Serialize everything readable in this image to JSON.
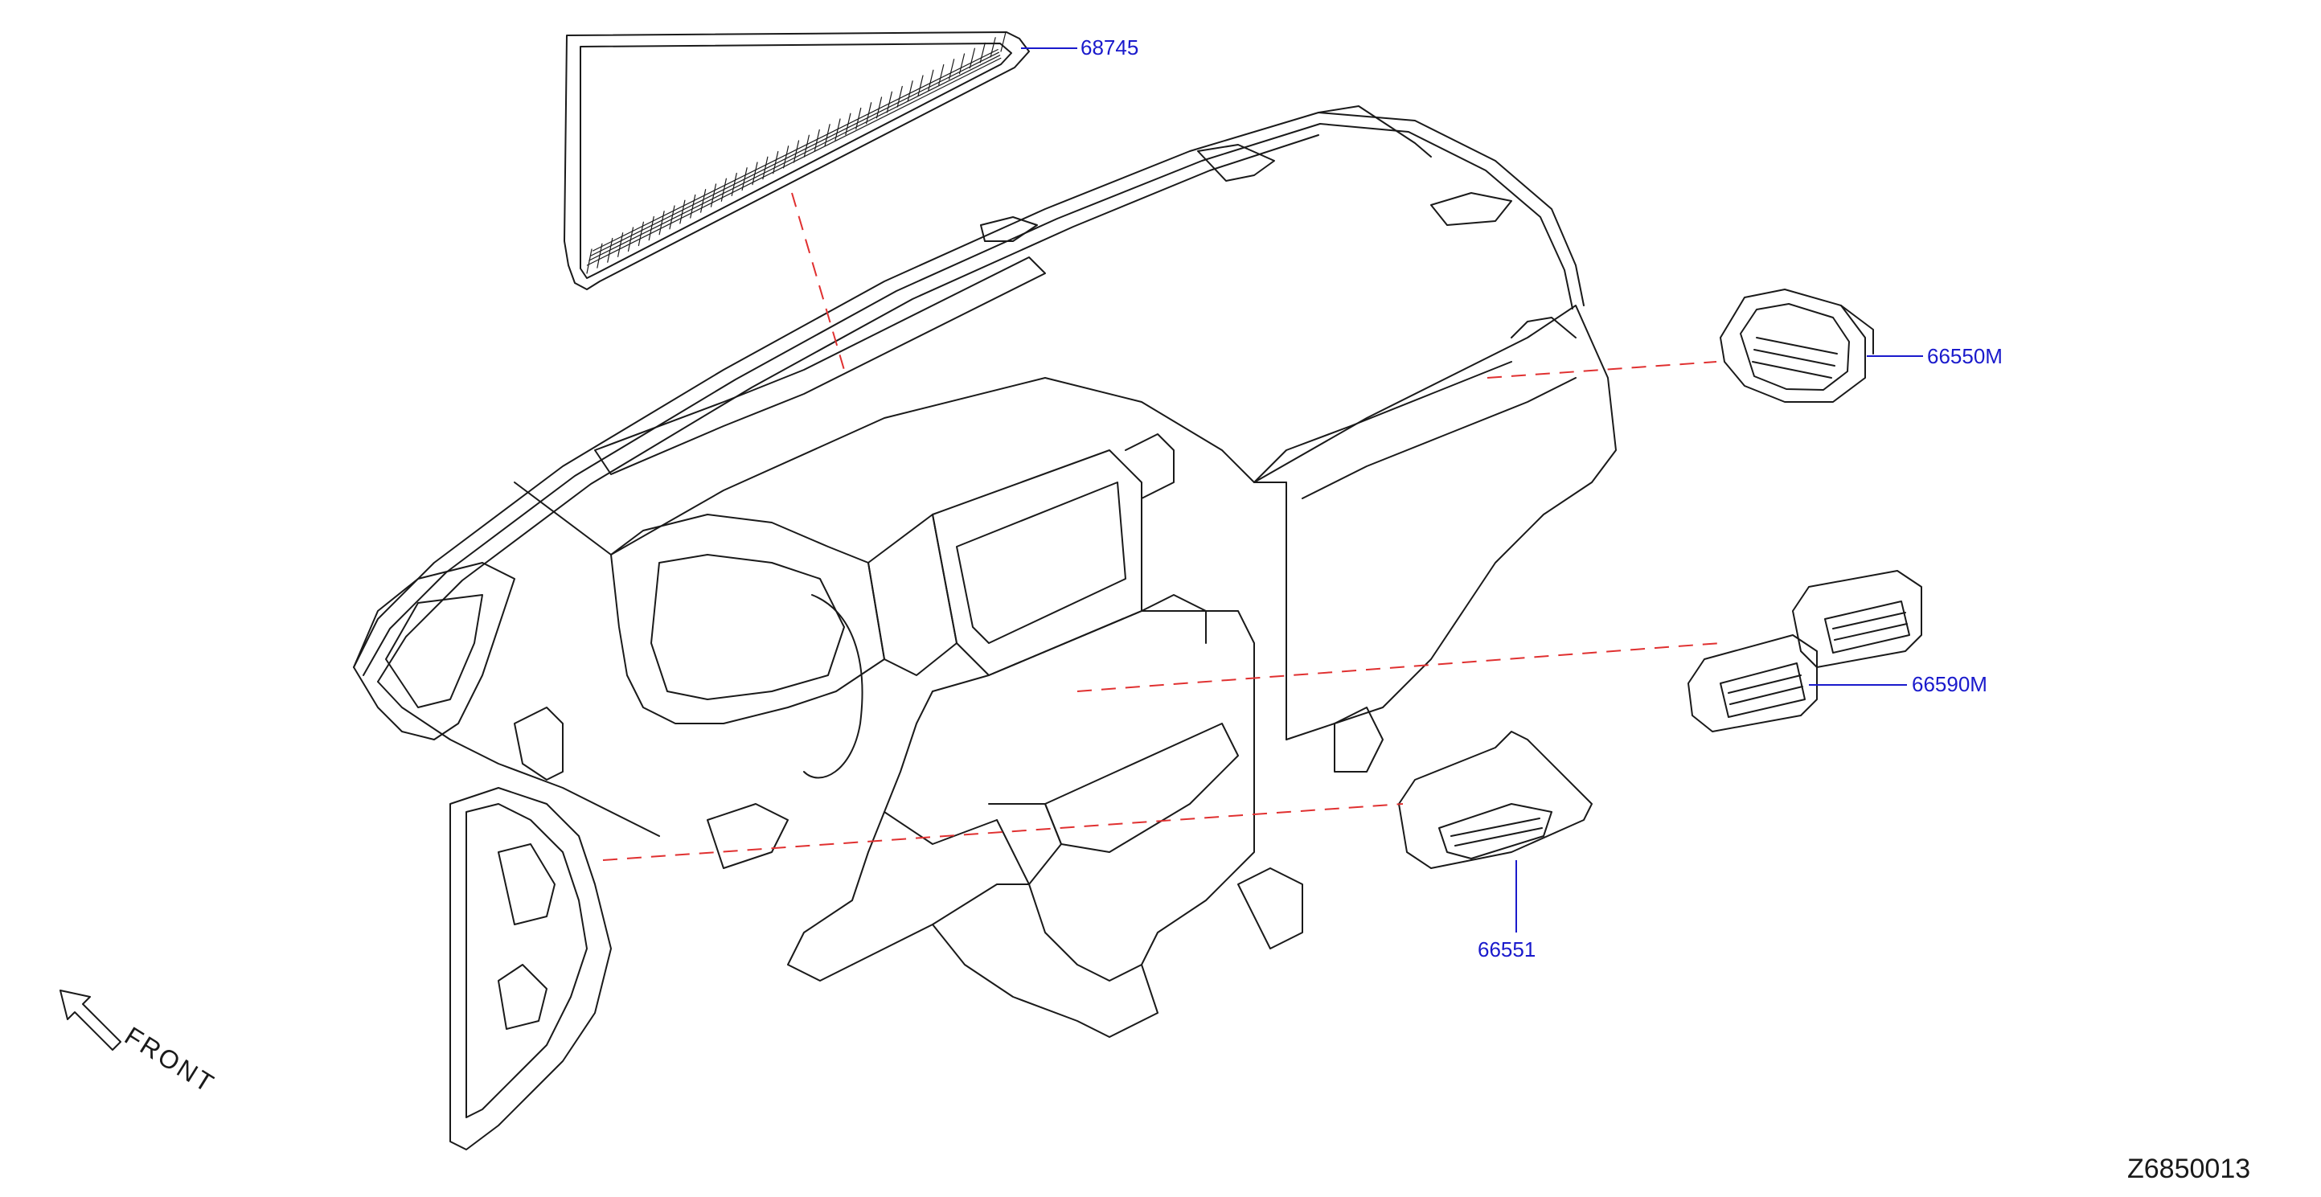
{
  "colors": {
    "line": "#1a1a1a",
    "callout_text": "#1a1acc",
    "leader": "#1a1acc",
    "dash": "#e03030",
    "background": "#ffffff"
  },
  "parts": [
    {
      "id": "p1",
      "number": "68745"
    },
    {
      "id": "p2",
      "number": "66550M"
    },
    {
      "id": "p3",
      "number": "66590M"
    },
    {
      "id": "p4",
      "number": "66551"
    }
  ],
  "direction_label": "FRONT",
  "diagram_id": "Z6850013"
}
